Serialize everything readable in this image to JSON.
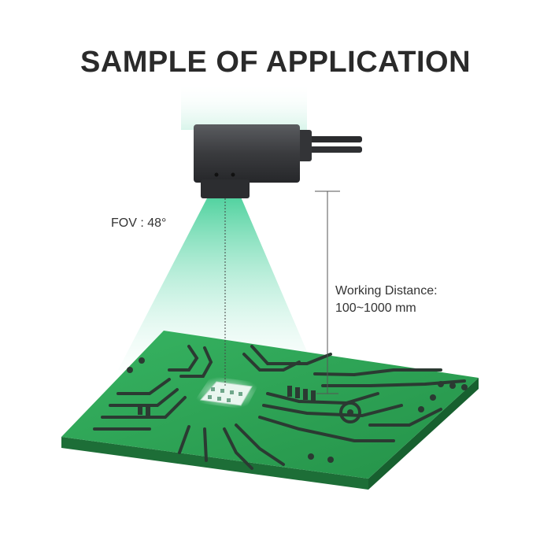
{
  "title": "SAMPLE OF APPLICATION",
  "fov_label": "FOV : 48°",
  "working_distance": {
    "line1": "Working Distance:",
    "line2": "100~1000 mm"
  },
  "colors": {
    "title": "#2a2a2a",
    "camera_body": "#3a3b3d",
    "light_beam": "#3fcf9a",
    "pcb_green": "#2fa356",
    "trace_dark": "#2b3a32"
  },
  "icons": {
    "camera": "industrial-camera",
    "board": "printed-circuit-board"
  }
}
